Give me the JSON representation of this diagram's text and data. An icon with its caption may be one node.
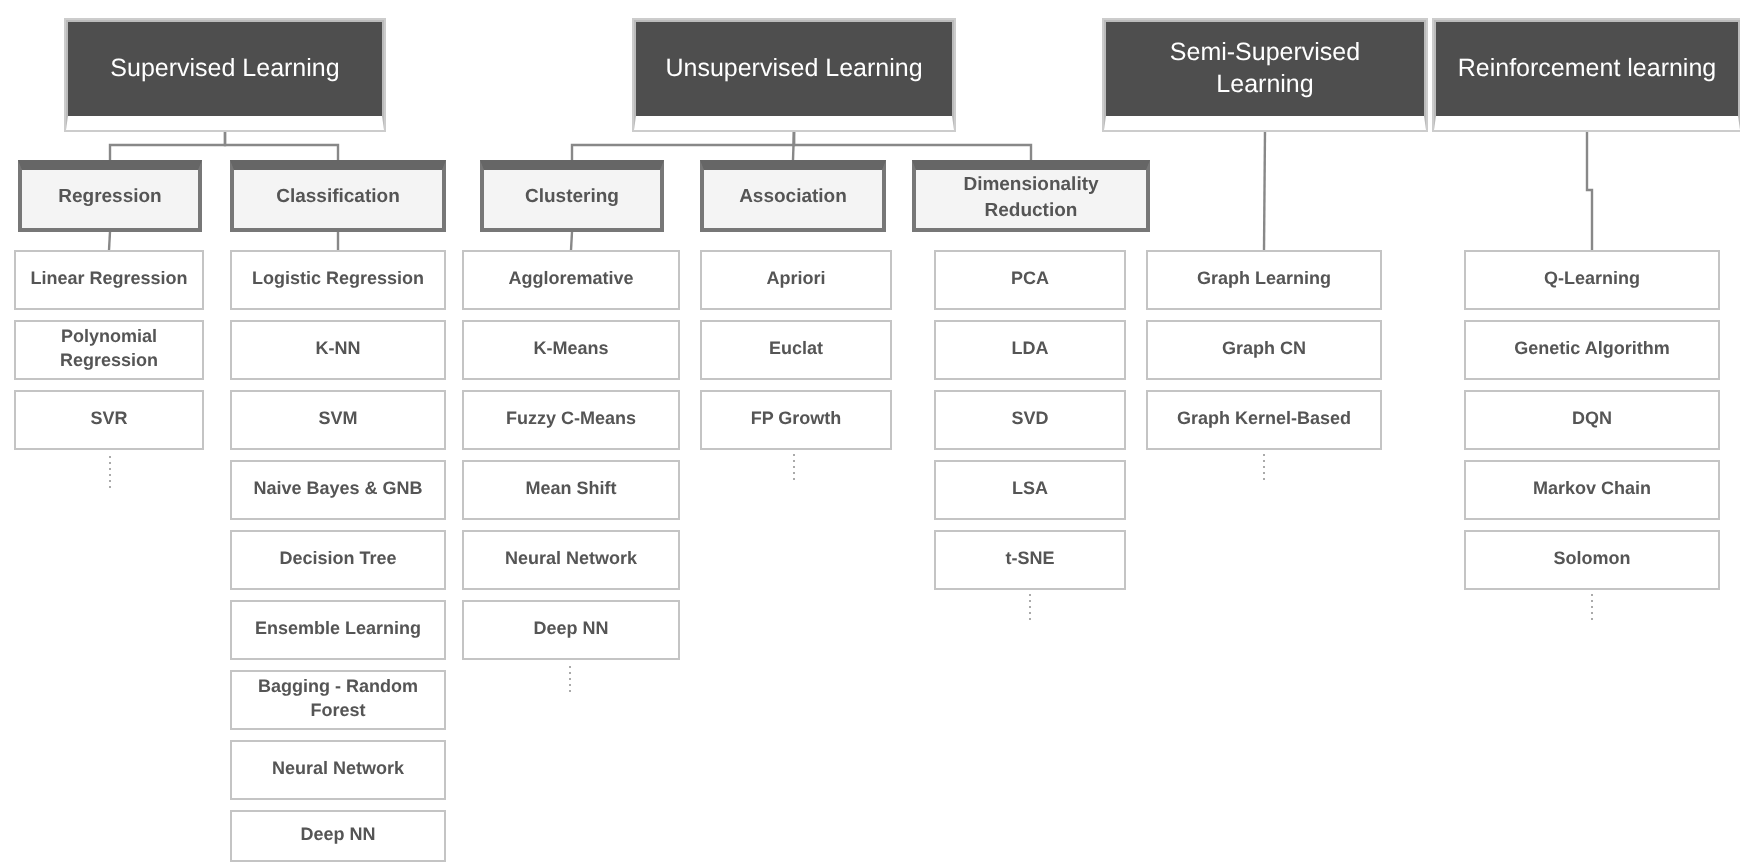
{
  "diagram": {
    "nodes": [
      {
        "text": [
          "Supervised Learning"
        ]
      },
      {
        "text": [
          "Unsupervised Learning"
        ]
      },
      {
        "text": [
          "Semi-Supervised Learning"
        ]
      },
      {
        "text": [
          "Reinforcement learning"
        ]
      },
      {
        "text": [
          "Regression"
        ]
      },
      {
        "text": [
          "Classification"
        ]
      },
      {
        "text": [
          "Clustering"
        ]
      },
      {
        "text": [
          "Association"
        ]
      },
      {
        "text": [
          "Dimensionality Reduction"
        ]
      },
      {
        "text": [
          "Linear Regression"
        ]
      },
      {
        "text": [
          "Polynomial Regression"
        ]
      },
      {
        "text": [
          "SVR"
        ]
      },
      {
        "text": [
          "Logistic Regression"
        ]
      },
      {
        "text": [
          "K-NN"
        ]
      },
      {
        "text": [
          "SVM"
        ]
      },
      {
        "text": [
          "Naive Bayes & GNB"
        ]
      },
      {
        "text": [
          "Decision Tree"
        ]
      },
      {
        "text": [
          "Ensemble Learning"
        ]
      },
      {
        "text": [
          "Bagging - Random Forest"
        ]
      },
      {
        "text": [
          "Neural Network"
        ]
      },
      {
        "text": [
          "Deep NN"
        ]
      },
      {
        "text": [
          "Aggloremative"
        ]
      },
      {
        "text": [
          "K-Means"
        ]
      },
      {
        "text": [
          "Fuzzy C-Means"
        ]
      },
      {
        "text": [
          "Mean Shift"
        ]
      },
      {
        "text": [
          "Neural Network"
        ]
      },
      {
        "text": [
          "Deep NN"
        ]
      },
      {
        "text": [
          "Apriori"
        ]
      },
      {
        "text": [
          "Euclat"
        ]
      },
      {
        "text": [
          "FP Growth"
        ]
      },
      {
        "text": [
          "PCA"
        ]
      },
      {
        "text": [
          "LDA"
        ]
      },
      {
        "text": [
          "SVD"
        ]
      },
      {
        "text": [
          "LSA"
        ]
      },
      {
        "text": [
          "t-SNE"
        ]
      },
      {
        "text": [
          "Graph Learning"
        ]
      },
      {
        "text": [
          "Graph CN"
        ]
      },
      {
        "text": [
          "Graph Kernel-Based"
        ]
      },
      {
        "text": [
          "Q-Learning"
        ]
      },
      {
        "text": [
          "Genetic Algorithm"
        ]
      },
      {
        "text": [
          "DQN"
        ]
      },
      {
        "text": [
          "Markov Chain"
        ]
      },
      {
        "text": [
          "Solomon"
        ]
      }
    ],
    "edges": [
      {
        "from": 0,
        "to": 4,
        "arrow": "none"
      },
      {
        "from": 0,
        "to": 5,
        "arrow": "none"
      },
      {
        "from": 4,
        "to": 9,
        "arrow": "none"
      },
      {
        "from": 5,
        "to": 12,
        "arrow": "none"
      },
      {
        "from": 1,
        "to": 6,
        "arrow": "none"
      },
      {
        "from": 1,
        "to": 7,
        "arrow": "none"
      },
      {
        "from": 1,
        "to": 8,
        "arrow": "none"
      },
      {
        "from": 6,
        "to": 21,
        "arrow": "none"
      },
      {
        "from": 2,
        "to": 35,
        "arrow": "none"
      },
      {
        "from": 3,
        "to": 38,
        "arrow": "none"
      }
    ]
  }
}
